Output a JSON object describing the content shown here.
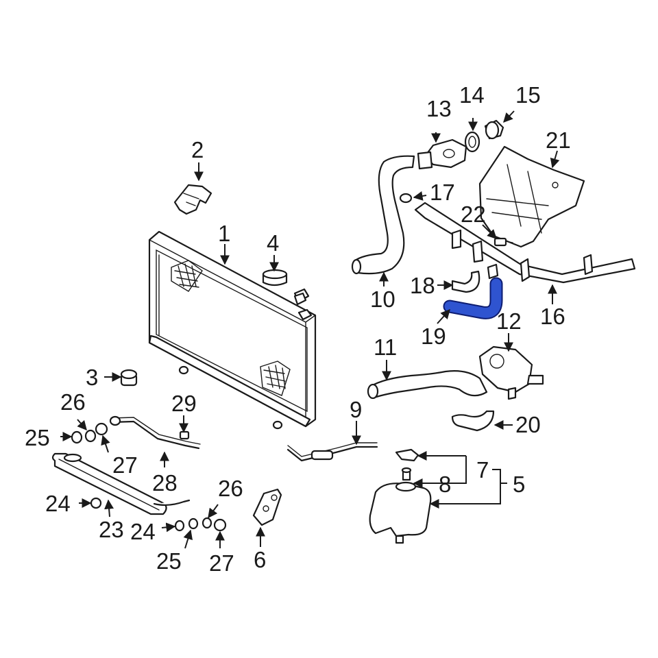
{
  "diagram": {
    "highlight_color": "#2f54d0",
    "callouts": [
      {
        "id": "c1",
        "text": "1"
      },
      {
        "id": "c2",
        "text": "2"
      },
      {
        "id": "c3",
        "text": "3"
      },
      {
        "id": "c4",
        "text": "4"
      },
      {
        "id": "c5",
        "text": "5"
      },
      {
        "id": "c6",
        "text": "6"
      },
      {
        "id": "c7",
        "text": "7"
      },
      {
        "id": "c8",
        "text": "8"
      },
      {
        "id": "c9",
        "text": "9"
      },
      {
        "id": "c10",
        "text": "10"
      },
      {
        "id": "c11",
        "text": "11"
      },
      {
        "id": "c12",
        "text": "12"
      },
      {
        "id": "c13",
        "text": "13"
      },
      {
        "id": "c14",
        "text": "14"
      },
      {
        "id": "c15",
        "text": "15"
      },
      {
        "id": "c16",
        "text": "16"
      },
      {
        "id": "c17",
        "text": "17"
      },
      {
        "id": "c18",
        "text": "18"
      },
      {
        "id": "c19",
        "text": "19"
      },
      {
        "id": "c20",
        "text": "20"
      },
      {
        "id": "c21",
        "text": "21"
      },
      {
        "id": "c22",
        "text": "22"
      },
      {
        "id": "c23",
        "text": "23"
      },
      {
        "id": "c24a",
        "text": "24"
      },
      {
        "id": "c24b",
        "text": "24"
      },
      {
        "id": "c25a",
        "text": "25"
      },
      {
        "id": "c25b",
        "text": "25"
      },
      {
        "id": "c26a",
        "text": "26"
      },
      {
        "id": "c26b",
        "text": "26"
      },
      {
        "id": "c27a",
        "text": "27"
      },
      {
        "id": "c27b",
        "text": "27"
      },
      {
        "id": "c28",
        "text": "28"
      },
      {
        "id": "c29",
        "text": "29"
      }
    ]
  }
}
